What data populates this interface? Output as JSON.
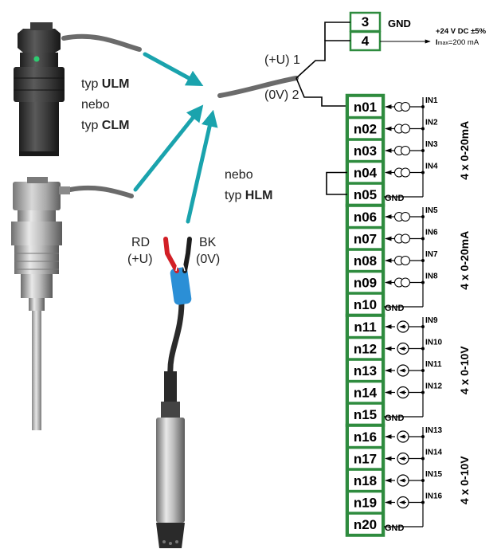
{
  "colors": {
    "terminal_border": "#2e8b3e",
    "arrow": "#1aa3ad",
    "cable": "#6b6b6b",
    "wire_red": "#d21f26",
    "wire_blue": "#2b8fd6"
  },
  "captions": {
    "typ_ulm_prefix": "typ ",
    "typ_ulm_name": "ULM",
    "nebo1": "nebo",
    "typ_clm_prefix": "typ ",
    "typ_clm_name": "CLM",
    "nebo2": "nebo",
    "typ_hlm_prefix": "typ ",
    "typ_hlm_name": "HLM",
    "rd": "RD",
    "rd_sub": "(+U)",
    "bk": "BK",
    "bk_sub": "(0V)",
    "plus_u_1": "(+U) 1",
    "zero_v_2": "(0V) 2"
  },
  "power": {
    "t3": "3",
    "t4": "4",
    "gnd": "GND",
    "supply_line1": "+24 V DC ±5%",
    "supply_I": "I",
    "supply_max": "max",
    "supply_rest": "=200 mA"
  },
  "groups": [
    {
      "label": "4 x 0-20mA",
      "type": "current",
      "terminals": [
        "n01",
        "n02",
        "n03",
        "n04"
      ],
      "gnd_terminal": "n05",
      "inputs": [
        "IN1",
        "IN2",
        "IN3",
        "IN4"
      ],
      "gnd": "GND"
    },
    {
      "label": "4 x 0-20mA",
      "type": "current",
      "terminals": [
        "n06",
        "n07",
        "n08",
        "n09"
      ],
      "gnd_terminal": "n10",
      "inputs": [
        "IN5",
        "IN6",
        "IN7",
        "IN8"
      ],
      "gnd": "GND"
    },
    {
      "label": "4 x 0-10V",
      "type": "voltage",
      "terminals": [
        "n11",
        "n12",
        "n13",
        "n14"
      ],
      "gnd_terminal": "n15",
      "inputs": [
        "IN9",
        "IN10",
        "IN11",
        "IN12"
      ],
      "gnd": "GND"
    },
    {
      "label": "4 x 0-10V",
      "type": "voltage",
      "terminals": [
        "n16",
        "n17",
        "n18",
        "n19"
      ],
      "gnd_terminal": "n20",
      "inputs": [
        "IN13",
        "IN14",
        "IN15",
        "IN16"
      ],
      "gnd": "GND"
    }
  ]
}
